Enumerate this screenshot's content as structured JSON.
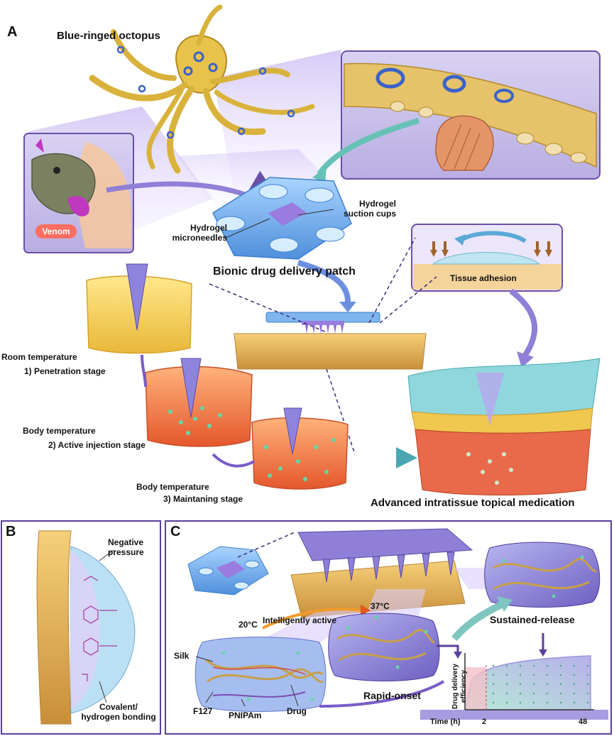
{
  "panel_a": {
    "letter": "A",
    "octopus_title": "Blue-ringed octopus",
    "venom_label": "Venom",
    "suction_cups_label": [
      "Hydrogel",
      "suction cups"
    ],
    "microneedles_label": [
      "Hydrogel",
      "microneedles"
    ],
    "patch_title": "Bionic drug delivery patch",
    "tissue_adhesion_label": "Tissue adhesion",
    "stage1": {
      "temp": "Room temperature",
      "name": "1) Penetration stage"
    },
    "stage2": {
      "temp": "Body temperature",
      "name": "2) Active injection stage"
    },
    "stage3": {
      "temp": "Body temperature",
      "name": "3) Maintaning stage"
    },
    "outcome_title": "Advanced intratissue topical medication"
  },
  "panel_b": {
    "letter": "B",
    "negative_pressure_label": [
      "Negative",
      "pressure"
    ],
    "bonding_label": [
      "Covalent/",
      "hydrogen bonding"
    ]
  },
  "panel_c": {
    "letter": "C",
    "temp_low": "20°C",
    "temp_high": "37°C",
    "transition_label": "Intelligently active",
    "silk_label": "Silk",
    "f127_label": "F127",
    "pnipam_label": "PNIPAm",
    "drug_label": "Drug",
    "rapid_label": "Rapid-onset",
    "sustained_label": "Sustained-release",
    "graph": {
      "ylabel": [
        "Drug delivery",
        "efficiency"
      ],
      "xlabel": "Time (h)",
      "tick_mid": "2",
      "tick_end": "48"
    }
  },
  "colors": {
    "purple": "#6b4fa8",
    "blue_patch": "#6fa8e8",
    "yellow_tissue": "#f0c850",
    "orange_tissue": "#ee7a3c",
    "drug_green": "#66d6a6",
    "teal_arrow": "#5fb5b5"
  }
}
